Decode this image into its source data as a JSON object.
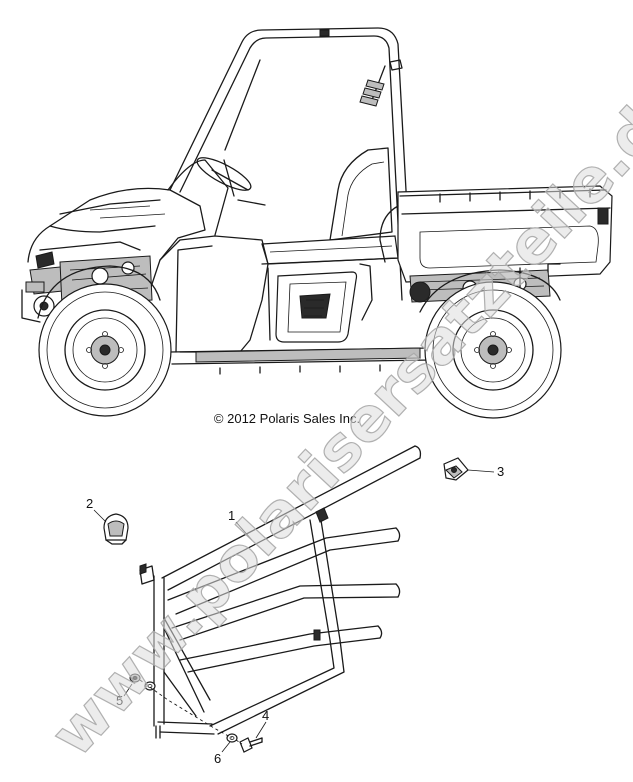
{
  "copyright": "© 2012 Polaris Sales Inc.",
  "watermark": "www.polarisersatzteile.de",
  "callouts": [
    {
      "id": "callout-1",
      "label": "1"
    },
    {
      "id": "callout-2",
      "label": "2"
    },
    {
      "id": "callout-3",
      "label": "3"
    },
    {
      "id": "callout-4",
      "label": "4"
    },
    {
      "id": "callout-5",
      "label": "5"
    },
    {
      "id": "callout-6",
      "label": "6"
    }
  ],
  "colors": {
    "line": "#1a1a1a",
    "background": "#ffffff",
    "watermark": "#a8a8a8"
  }
}
